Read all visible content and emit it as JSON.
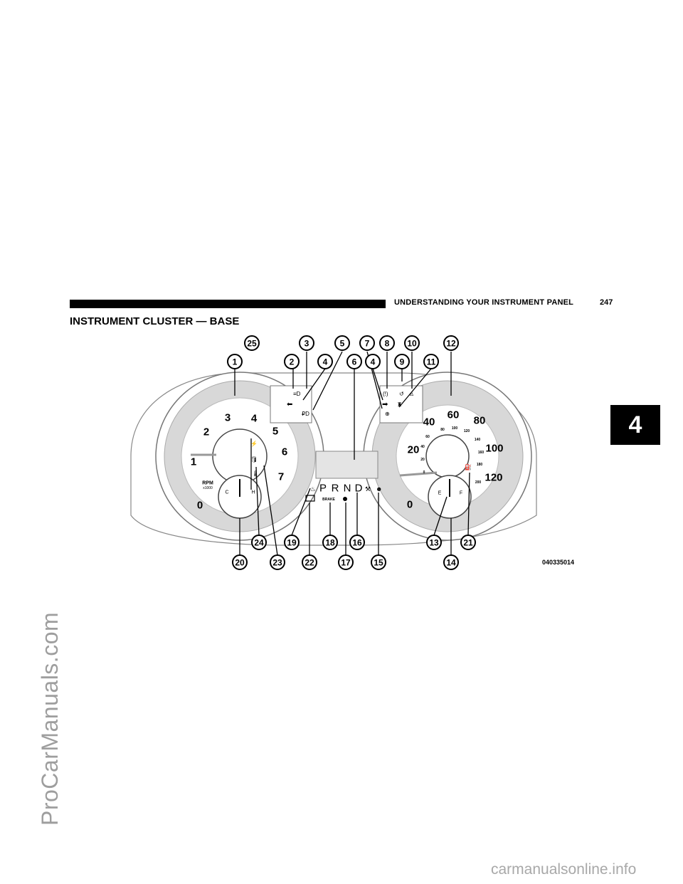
{
  "header": {
    "running_head": "UNDERSTANDING YOUR INSTRUMENT PANEL",
    "page_number": "247"
  },
  "section_title": "INSTRUMENT CLUSTER — BASE",
  "chapter_tab": "4",
  "figure": {
    "code": "040335014",
    "tachometer": {
      "numbers": [
        "0",
        "1",
        "2",
        "3",
        "4",
        "5",
        "6",
        "7"
      ],
      "units_label": "RPM",
      "units_sub": "x1000"
    },
    "temp_gauge": {
      "cold": "C",
      "hot": "H"
    },
    "speedometer": {
      "mph": [
        "0",
        "20",
        "40",
        "60",
        "80",
        "100",
        "120"
      ],
      "kmh": [
        "0",
        "20",
        "40",
        "60",
        "80",
        "100",
        "120",
        "140",
        "160",
        "180",
        "200"
      ]
    },
    "fuel_gauge": {
      "empty": "E",
      "full": "F"
    },
    "gear_selector": [
      "P",
      "R",
      "N",
      "D"
    ],
    "brake_label": "BRAKE",
    "callouts": [
      "1",
      "2",
      "3",
      "4",
      "5",
      "6",
      "7",
      "8",
      "4",
      "9",
      "10",
      "11",
      "12",
      "25",
      "24",
      "23",
      "19",
      "22",
      "18",
      "17",
      "16",
      "15",
      "20",
      "13",
      "14",
      "21"
    ]
  },
  "watermarks": {
    "side": "ProCarManuals.com",
    "bottom": "carmanualsonline.info"
  }
}
